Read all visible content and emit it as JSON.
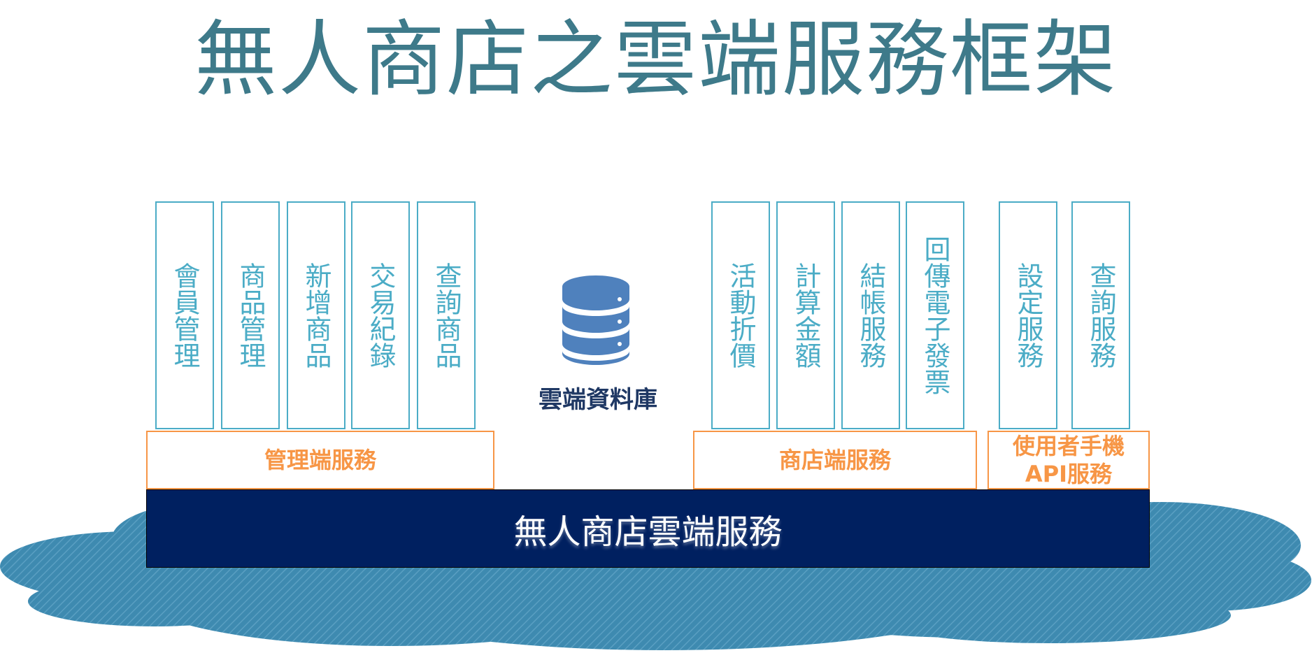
{
  "title": "無人商店之雲端服務框架",
  "database": {
    "label": "雲端資料庫",
    "icon": "database-icon"
  },
  "groups": {
    "admin": {
      "label": "管理端服務",
      "items": [
        "會員管理",
        "商品管理",
        "新增商品",
        "交易紀錄",
        "查詢商品"
      ]
    },
    "store": {
      "label": "商店端服務",
      "items": [
        "活動折價",
        "計算金額",
        "結帳服務",
        "回傳電子發票"
      ]
    },
    "mobile": {
      "label_line1": "使用者手機",
      "label_line2": "API服務",
      "items": [
        "設定服務",
        "查詢服務"
      ]
    }
  },
  "base": {
    "label": "無人商店雲端服務"
  },
  "colors": {
    "title": "#3e7a8a",
    "column_border": "#4bacc6",
    "group_border": "#f79646",
    "base_fill": "#002060",
    "cloud_fill": "#3e8ab0",
    "database": "#4f81bd"
  }
}
